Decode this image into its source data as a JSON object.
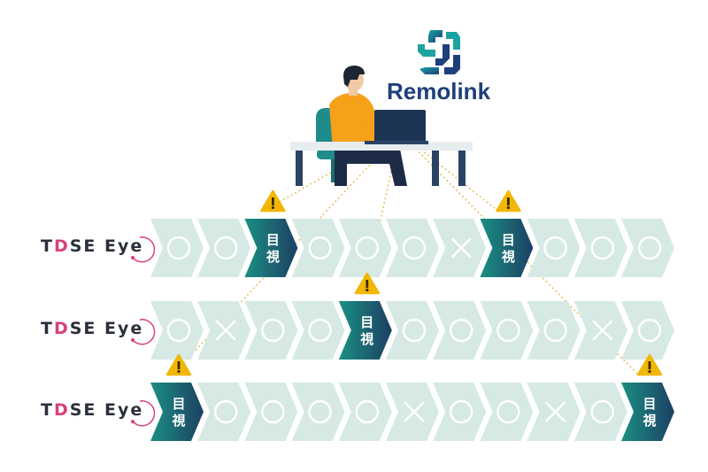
{
  "brand": {
    "name": "Remolink",
    "colors": {
      "teal": "#1aa3a0",
      "navy": "#1e3f7a"
    }
  },
  "rows": [
    {
      "label_t": "T",
      "label_d": "D",
      "label_rest": "SE Eye",
      "cells": [
        "○",
        "○",
        "目視",
        "○",
        "○",
        "○",
        "×",
        "目視",
        "○",
        "○",
        "○"
      ],
      "warnings": [
        2,
        7
      ]
    },
    {
      "label_t": "T",
      "label_d": "D",
      "label_rest": "SE Eye",
      "cells": [
        "○",
        "×",
        "○",
        "○",
        "目視",
        "○",
        "○",
        "○",
        "○",
        "×",
        "○"
      ],
      "warnings": [
        4
      ]
    },
    {
      "label_t": "T",
      "label_d": "D",
      "label_rest": "SE Eye",
      "cells": [
        "目視",
        "○",
        "○",
        "○",
        "○",
        "×",
        "○",
        "○",
        "×",
        "○",
        "目視"
      ],
      "warnings": [
        0,
        10
      ]
    }
  ],
  "inspection_text_top": "目",
  "inspection_text_bottom": "視",
  "colors": {
    "chevron_light": "#d7e9e5",
    "chevron_dark_start": "#1b8f83",
    "chevron_dark_end": "#1c3f63",
    "mark": "#ffffff",
    "warning": "#f2b705",
    "logo_ring": "#d9417c",
    "person_shirt": "#f6a11a",
    "person_chair": "#1f8c8b",
    "person_pants": "#1d2b47",
    "desk": "#e7ecef",
    "desk_legs": "#2a4365",
    "laptop": "#1e3454",
    "dotted_line": "#e3b94a"
  }
}
